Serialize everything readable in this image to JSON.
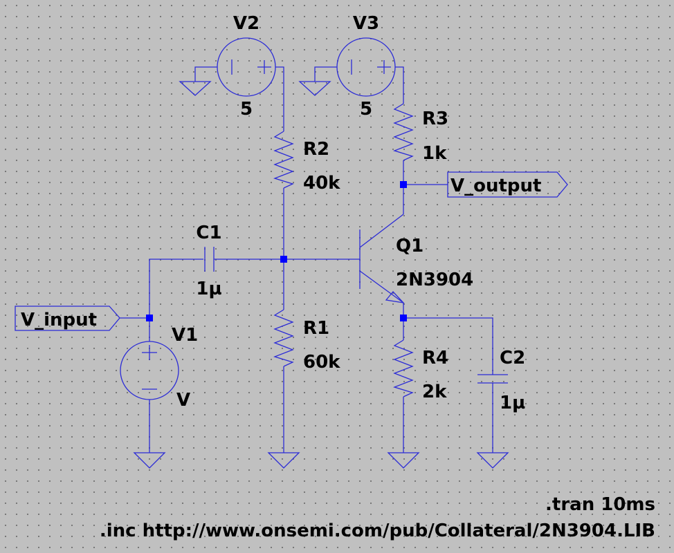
{
  "components": {
    "v2": {
      "name": "V2",
      "value": "5"
    },
    "v3": {
      "name": "V3",
      "value": "5"
    },
    "v1": {
      "name": "V1",
      "value": "V"
    },
    "r1": {
      "name": "R1",
      "value": "60k"
    },
    "r2": {
      "name": "R2",
      "value": "40k"
    },
    "r3": {
      "name": "R3",
      "value": "1k"
    },
    "r4": {
      "name": "R4",
      "value": "2k"
    },
    "c1": {
      "name": "C1",
      "value": "1µ"
    },
    "c2": {
      "name": "C2",
      "value": "1µ"
    },
    "q1": {
      "name": "Q1",
      "value": "2N3904"
    }
  },
  "net_labels": {
    "input": "V_input",
    "output": "V_output"
  },
  "directives": {
    "tran": ".tran 10ms",
    "inc": ".inc http://www.onsemi.com/pub/Collateral/2N3904.LIB"
  },
  "colors": {
    "background": "#c0c0c0",
    "wire": "#2b2bd6",
    "junction": "#0000ff",
    "text": "#000000"
  }
}
